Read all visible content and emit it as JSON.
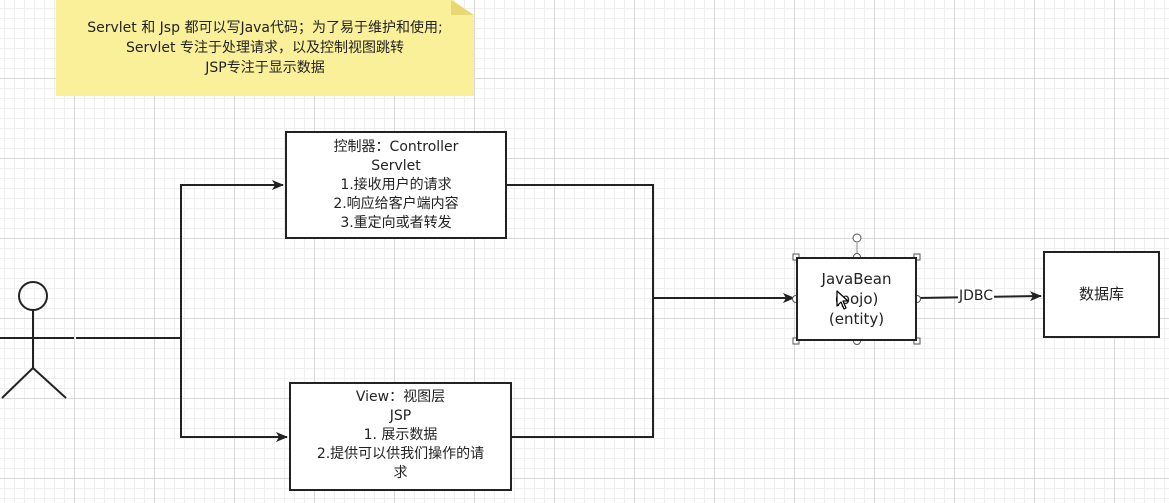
{
  "note": {
    "line1": "Servlet 和 Jsp  都可以写Java代码；为了易于维护和使用;",
    "line2": "Servlet 专注于处理请求，以及控制视图跳转",
    "line3": "JSP专注于显示数据"
  },
  "controller": {
    "line1": "控制器：Controller",
    "line2": "Servlet",
    "line3": "1.接收用户的请求",
    "line4": "2.响应给客户端内容",
    "line5": "3.重定向或者转发"
  },
  "view": {
    "line1": "View：视图层",
    "line2": "JSP",
    "line3": "1. 展示数据",
    "line4": "2.提供可以供我们操作的请",
    "line5": "求"
  },
  "javabean": {
    "line1": "JavaBean",
    "line2": "(pojo)",
    "line3": "(entity)"
  },
  "database": {
    "label": "数据库"
  },
  "edge": {
    "jdbc": "JDBC"
  },
  "icons": {
    "actor": "user-actor-icon",
    "cursor": "mouse-cursor-icon"
  },
  "colors": {
    "note_fill": "#fbf09a",
    "stroke": "#222222",
    "grid": "#d9d9d9"
  }
}
